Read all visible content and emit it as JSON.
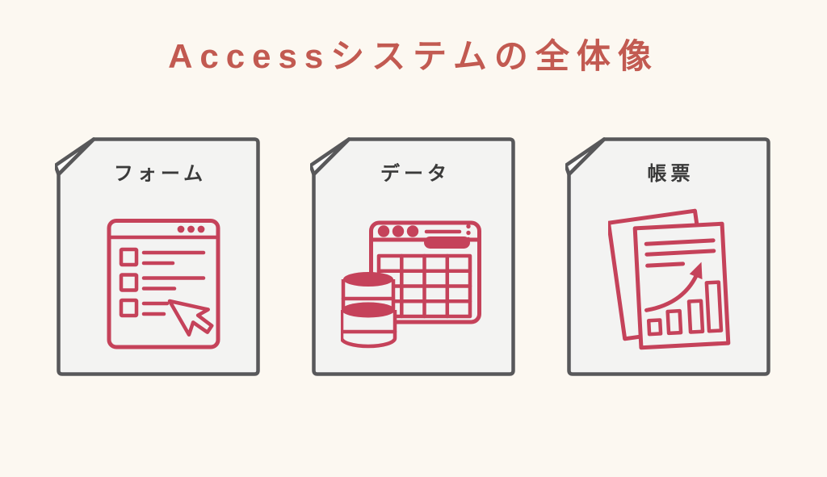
{
  "title": "Accessシステムの全体像",
  "cards": [
    {
      "label": "フォーム",
      "icon": "form-window-cursor-icon"
    },
    {
      "label": "データ",
      "icon": "database-table-icon"
    },
    {
      "label": "帳票",
      "icon": "report-chart-icon"
    }
  ],
  "colors": {
    "bg": "#fcf8f1",
    "title-red": "#c25a51",
    "icon-red": "#c5425a",
    "card-border": "#58585a",
    "card-fill": "#f3f3f2",
    "flap-fill": "#fdfdfc",
    "label": "#3a3a3a"
  }
}
